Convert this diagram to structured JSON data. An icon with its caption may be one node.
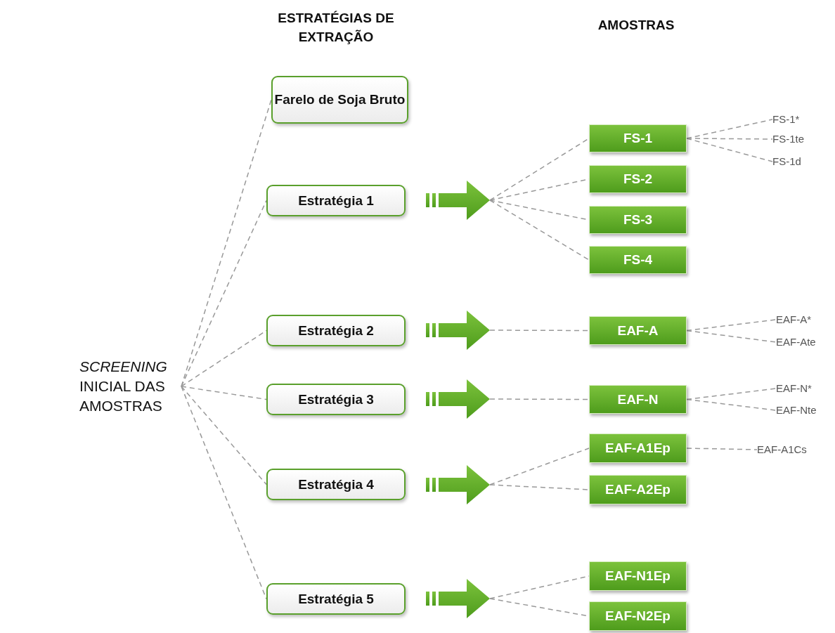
{
  "diagram": {
    "nodes": [
      {
        "text": [
          "*SCREENING* INICIAL DAS AMOSTRAS"
        ]
      },
      {
        "text": [
          "Farelo de Soja Bruto"
        ]
      },
      {
        "text": [
          "Estratégia 1"
        ]
      },
      {
        "text": [
          "Estratégia 2"
        ]
      },
      {
        "text": [
          "Estratégia 3"
        ]
      },
      {
        "text": [
          "Estratégia 4"
        ]
      },
      {
        "text": [
          "Estratégia 5"
        ]
      },
      {
        "text": [],
        "shape": "arrow"
      },
      {
        "text": [],
        "shape": "arrow"
      },
      {
        "text": [],
        "shape": "arrow"
      },
      {
        "text": [],
        "shape": "arrow"
      },
      {
        "text": [],
        "shape": "arrow"
      },
      {
        "text": [
          "FS-1"
        ]
      },
      {
        "text": [
          "FS-2"
        ]
      },
      {
        "text": [
          "FS-3"
        ]
      },
      {
        "text": [
          "FS-4"
        ]
      },
      {
        "text": [
          "EAF-A"
        ]
      },
      {
        "text": [
          "EAF-N"
        ]
      },
      {
        "text": [
          "EAF-A1Ep"
        ]
      },
      {
        "text": [
          "EAF-A2Ep"
        ]
      },
      {
        "text": [
          "EAF-N1Ep"
        ]
      },
      {
        "text": [
          "EAF-N2Ep"
        ]
      },
      {
        "text": [
          "FS-1*"
        ]
      },
      {
        "text": [
          "FS-1te"
        ]
      },
      {
        "text": [
          "FS-1d"
        ]
      },
      {
        "text": [
          "EAF-A*"
        ]
      },
      {
        "text": [
          "EAF-Ate"
        ]
      },
      {
        "text": [
          "EAF-N*"
        ]
      },
      {
        "text": [
          "EAF-Nte"
        ]
      },
      {
        "text": [
          "EAF-A1Cs"
        ]
      }
    ],
    "edges": [
      {
        "from": 0,
        "to": 1,
        "arrow": "none",
        "style": "dashed"
      },
      {
        "from": 0,
        "to": 2,
        "arrow": "none",
        "style": "dashed"
      },
      {
        "from": 0,
        "to": 3,
        "arrow": "none",
        "style": "dashed"
      },
      {
        "from": 0,
        "to": 4,
        "arrow": "none",
        "style": "dashed"
      },
      {
        "from": 0,
        "to": 5,
        "arrow": "none",
        "style": "dashed"
      },
      {
        "from": 0,
        "to": 6,
        "arrow": "none",
        "style": "dashed"
      },
      {
        "from": 7,
        "to": 12,
        "arrow": "none",
        "style": "dashed"
      },
      {
        "from": 7,
        "to": 13,
        "arrow": "none",
        "style": "dashed"
      },
      {
        "from": 7,
        "to": 14,
        "arrow": "none",
        "style": "dashed"
      },
      {
        "from": 7,
        "to": 15,
        "arrow": "none",
        "style": "dashed"
      },
      {
        "from": 8,
        "to": 16,
        "arrow": "none",
        "style": "dashed"
      },
      {
        "from": 9,
        "to": 17,
        "arrow": "none",
        "style": "dashed"
      },
      {
        "from": 10,
        "to": 18,
        "arrow": "none",
        "style": "dashed"
      },
      {
        "from": 10,
        "to": 19,
        "arrow": "none",
        "style": "dashed"
      },
      {
        "from": 11,
        "to": 20,
        "arrow": "none",
        "style": "dashed"
      },
      {
        "from": 11,
        "to": 21,
        "arrow": "none",
        "style": "dashed"
      },
      {
        "from": 12,
        "to": 22,
        "arrow": "none",
        "style": "dashed"
      },
      {
        "from": 12,
        "to": 23,
        "arrow": "none",
        "style": "dashed"
      },
      {
        "from": 12,
        "to": 24,
        "arrow": "none",
        "style": "dashed"
      },
      {
        "from": 16,
        "to": 25,
        "arrow": "none",
        "style": "dashed"
      },
      {
        "from": 16,
        "to": 26,
        "arrow": "none",
        "style": "dashed"
      },
      {
        "from": 17,
        "to": 27,
        "arrow": "none",
        "style": "dashed"
      },
      {
        "from": 17,
        "to": 28,
        "arrow": "none",
        "style": "dashed"
      },
      {
        "from": 18,
        "to": 29,
        "arrow": "none",
        "style": "dashed"
      }
    ],
    "labels": [
      "ESTRATÉGIAS DE EXTRAÇÃO",
      "AMOSTRAS"
    ]
  }
}
